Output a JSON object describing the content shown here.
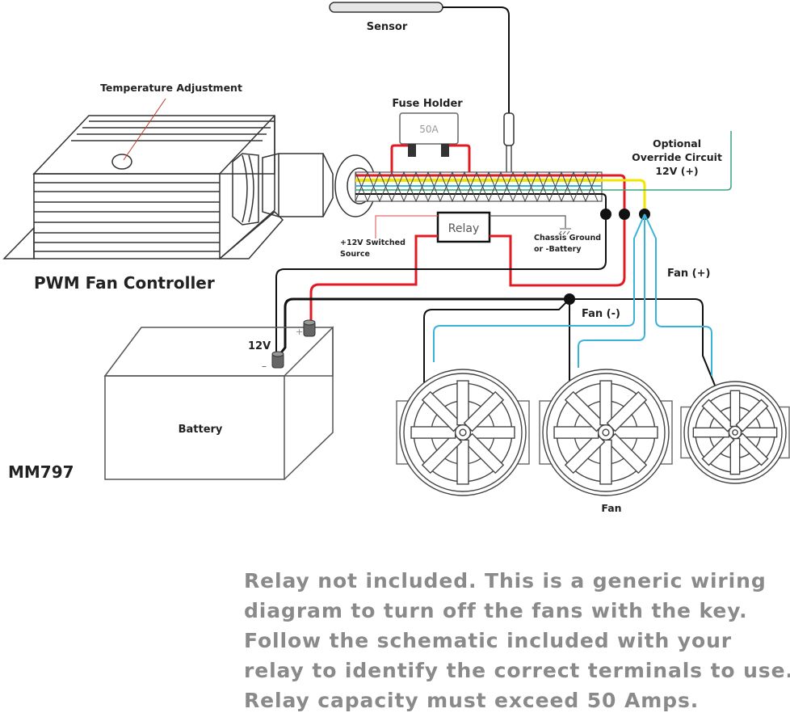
{
  "diagram": {
    "model": "MM797",
    "labels": {
      "sensor": "Sensor",
      "temperature_adjustment": "Temperature Adjustment",
      "fuse_holder": "Fuse Holder",
      "fuse_rating": "50A",
      "override_line1": "Optional",
      "override_line2": "Override Circuit",
      "override_line3": "12V (+)",
      "relay": "Relay",
      "switched_source_line1": "+12V Switched",
      "switched_source_line2": "Source",
      "ground_line1": "Chassis Ground",
      "ground_line2": "or -Battery",
      "controller": "PWM Fan Controller",
      "fan_positive": "Fan (+)",
      "fan_negative": "Fan (-)",
      "battery_voltage": "12V",
      "battery_plus": "+",
      "battery_minus": "–",
      "battery": "Battery",
      "fan": "Fan"
    },
    "wire_colors": {
      "power": "#e01b24",
      "signal": "#f2e600",
      "fan_positive": "#3bb3d9",
      "ground": "#111111",
      "override": "#3aa57a"
    }
  },
  "caption": {
    "lines": [
      "Relay not included. This is a generic wiring",
      "diagram to turn off the fans with the key.",
      "Follow the schematic included with your",
      "relay to identify the correct terminals to use.",
      "Relay capacity must exceed 50 Amps."
    ]
  }
}
